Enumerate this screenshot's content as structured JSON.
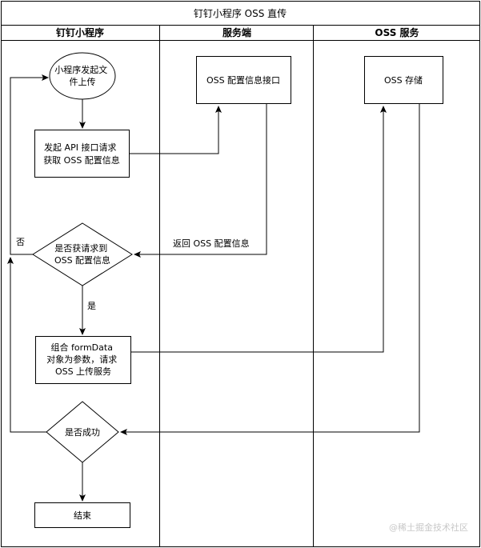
{
  "diagram": {
    "title": "钉钉小程序 OSS 直传",
    "lanes": [
      "钉钉小程序",
      "服务端",
      "OSS 服务"
    ],
    "nodes": {
      "start": [
        "小程序发起文",
        "件上传"
      ],
      "request": [
        "发起 API 接口请求",
        "获取 OSS 配置信息"
      ],
      "decision_config": [
        "是否获请求到",
        "OSS 配置信息"
      ],
      "upload": [
        "组合 formData",
        "对象为参数，请求",
        "OSS 上传服务"
      ],
      "decision_success": [
        "是否成功"
      ],
      "end": [
        "结束"
      ],
      "server_api": [
        "OSS 配置信息接口"
      ],
      "oss_storage": [
        "OSS 存储"
      ]
    },
    "edge_labels": {
      "no": "否",
      "yes": "是",
      "return_config": "返回 OSS 配置信息"
    }
  },
  "watermark": "@稀土掘金技术社区",
  "colors": {
    "stroke": "#000000",
    "background": "#ffffff",
    "watermark": "#c8c8c8"
  }
}
